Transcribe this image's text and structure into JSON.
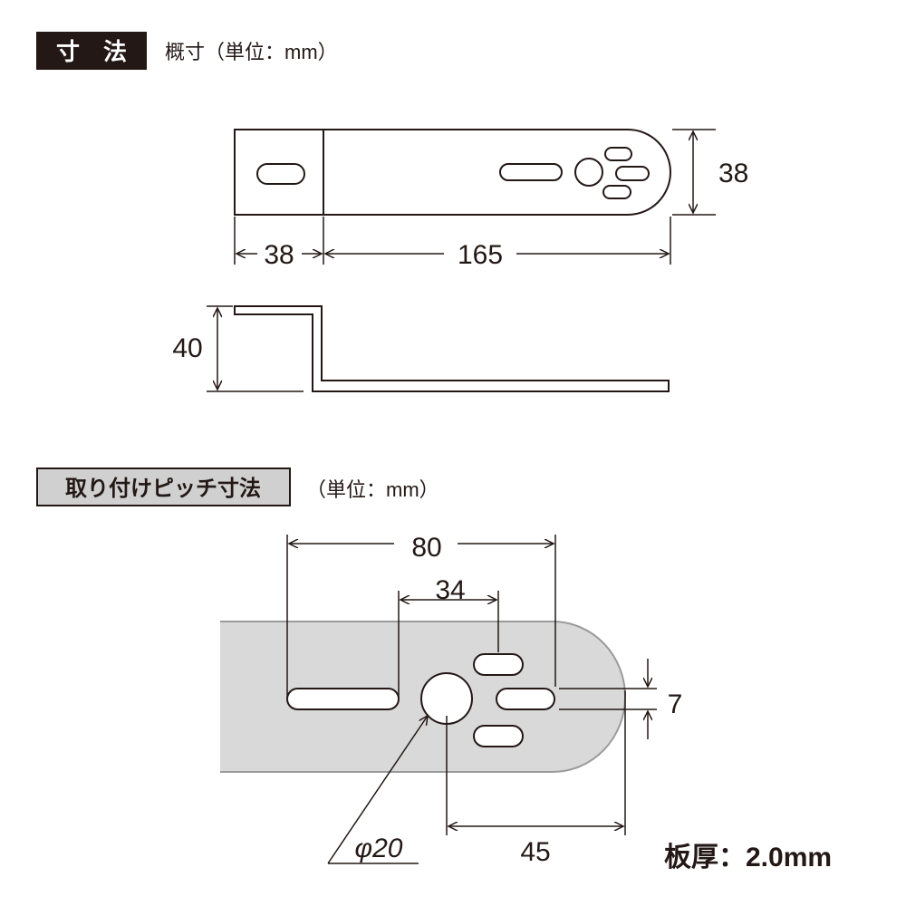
{
  "section1": {
    "title": "寸　法",
    "subtitle": "概寸（単位：mm）",
    "top_view": {
      "width_dim": "38",
      "flange_dim": "38",
      "length_dim": "165"
    },
    "side_view": {
      "height_dim": "40"
    }
  },
  "section2": {
    "title": "取り付けピッチ寸法",
    "subtitle": "（単位：mm）",
    "dims": {
      "pitch_80": "80",
      "pitch_34": "34",
      "slot_7": "7",
      "hole_dia": "φ20",
      "edge_45": "45"
    }
  },
  "thickness": "板厚：2.0mm",
  "colors": {
    "ink": "#231815",
    "plate_fill": "#d9d9d9",
    "plate_stroke": "#9a9a9a",
    "header2_fill": "#d0d0d0"
  }
}
